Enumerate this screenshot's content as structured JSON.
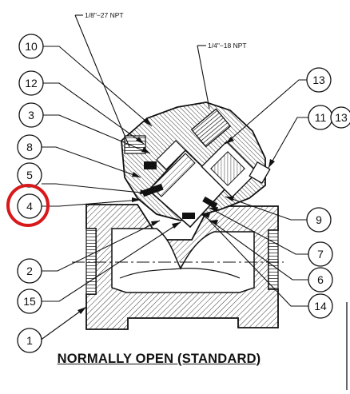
{
  "thread_notes": {
    "top": "1/8\"−27 NPT",
    "right": "1/4\"−18 NPT"
  },
  "callouts": [
    "10",
    "12",
    "3",
    "8",
    "5",
    "4",
    "2",
    "15",
    "1",
    "13",
    "11",
    "13",
    "9",
    "7",
    "6",
    "14"
  ],
  "caption": "NORMALLY OPEN (STANDARD)",
  "highlight_color": "#d7191c"
}
